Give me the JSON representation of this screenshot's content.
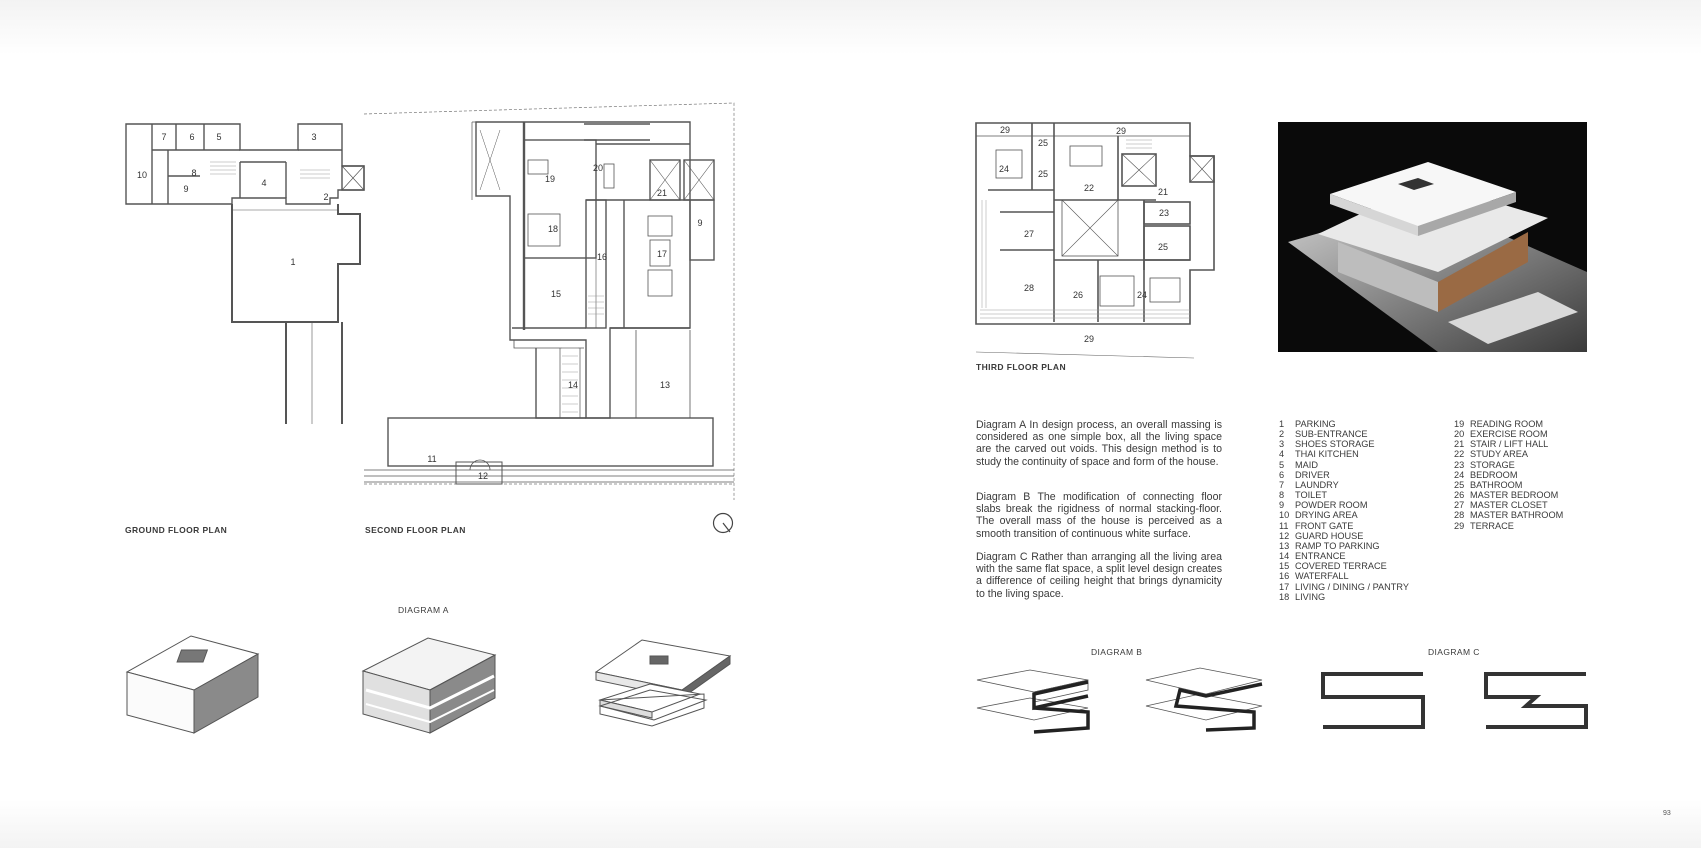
{
  "captions": {
    "ground_floor_plan": "GROUND FLOOR PLAN",
    "second_floor_plan": "SECOND FLOOR PLAN",
    "third_floor_plan": "THIRD FLOOR PLAN",
    "diagram_a": "DIAGRAM A",
    "diagram_b": "DIAGRAM B",
    "diagram_c": "DIAGRAM C"
  },
  "paragraphs": [
    "Diagram A In design process, an overall massing is considered as one simple box, all the living space are the carved out voids. This design method is to study the continuity of space and form of the house.",
    "Diagram B The modification of connecting floor slabs break the rigidness of normal stacking-floor. The overall mass of the house is perceived as a smooth transition of continuous white surface.",
    "Diagram C Rather than arranging all the living area with the same flat space, a split level design creates a difference of ceiling height that brings dynamicity to the living space."
  ],
  "legend_left": [
    {
      "n": "1",
      "label": "PARKING"
    },
    {
      "n": "2",
      "label": "SUB-ENTRANCE"
    },
    {
      "n": "3",
      "label": "SHOES STORAGE"
    },
    {
      "n": "4",
      "label": "THAI KITCHEN"
    },
    {
      "n": "5",
      "label": "MAID"
    },
    {
      "n": "6",
      "label": "DRIVER"
    },
    {
      "n": "7",
      "label": "LAUNDRY"
    },
    {
      "n": "8",
      "label": "TOILET"
    },
    {
      "n": "9",
      "label": "POWDER ROOM"
    },
    {
      "n": "10",
      "label": "DRYING AREA"
    },
    {
      "n": "11",
      "label": "FRONT GATE"
    },
    {
      "n": "12",
      "label": "GUARD HOUSE"
    },
    {
      "n": "13",
      "label": "RAMP TO PARKING"
    },
    {
      "n": "14",
      "label": "ENTRANCE"
    },
    {
      "n": "15",
      "label": "COVERED TERRACE"
    },
    {
      "n": "16",
      "label": "WATERFALL"
    },
    {
      "n": "17",
      "label": "LIVING / DINING / PANTRY"
    },
    {
      "n": "18",
      "label": "LIVING"
    }
  ],
  "legend_right": [
    {
      "n": "19",
      "label": "READING ROOM"
    },
    {
      "n": "20",
      "label": "EXERCISE ROOM"
    },
    {
      "n": "21",
      "label": "STAIR / LIFT HALL"
    },
    {
      "n": "22",
      "label": "STUDY AREA"
    },
    {
      "n": "23",
      "label": "STORAGE"
    },
    {
      "n": "24",
      "label": "BEDROOM"
    },
    {
      "n": "25",
      "label": "BATHROOM"
    },
    {
      "n": "26",
      "label": "MASTER BEDROOM"
    },
    {
      "n": "27",
      "label": "MASTER CLOSET"
    },
    {
      "n": "28",
      "label": "MASTER BATHROOM"
    },
    {
      "n": "29",
      "label": "TERRACE"
    }
  ],
  "plan_labels": {
    "ground": [
      "7",
      "6",
      "5",
      "3",
      "10",
      "8",
      "9",
      "4",
      "2",
      "1"
    ],
    "second": [
      "20",
      "19",
      "21",
      "18",
      "9",
      "17",
      "16",
      "15",
      "14",
      "13",
      "11",
      "12"
    ],
    "third": [
      "29",
      "25",
      "29",
      "24",
      "25",
      "22",
      "21",
      "23",
      "27",
      "25",
      "28",
      "26",
      "24",
      "29"
    ]
  },
  "page_number": "93",
  "icons": [
    "north-arrow-icon"
  ]
}
